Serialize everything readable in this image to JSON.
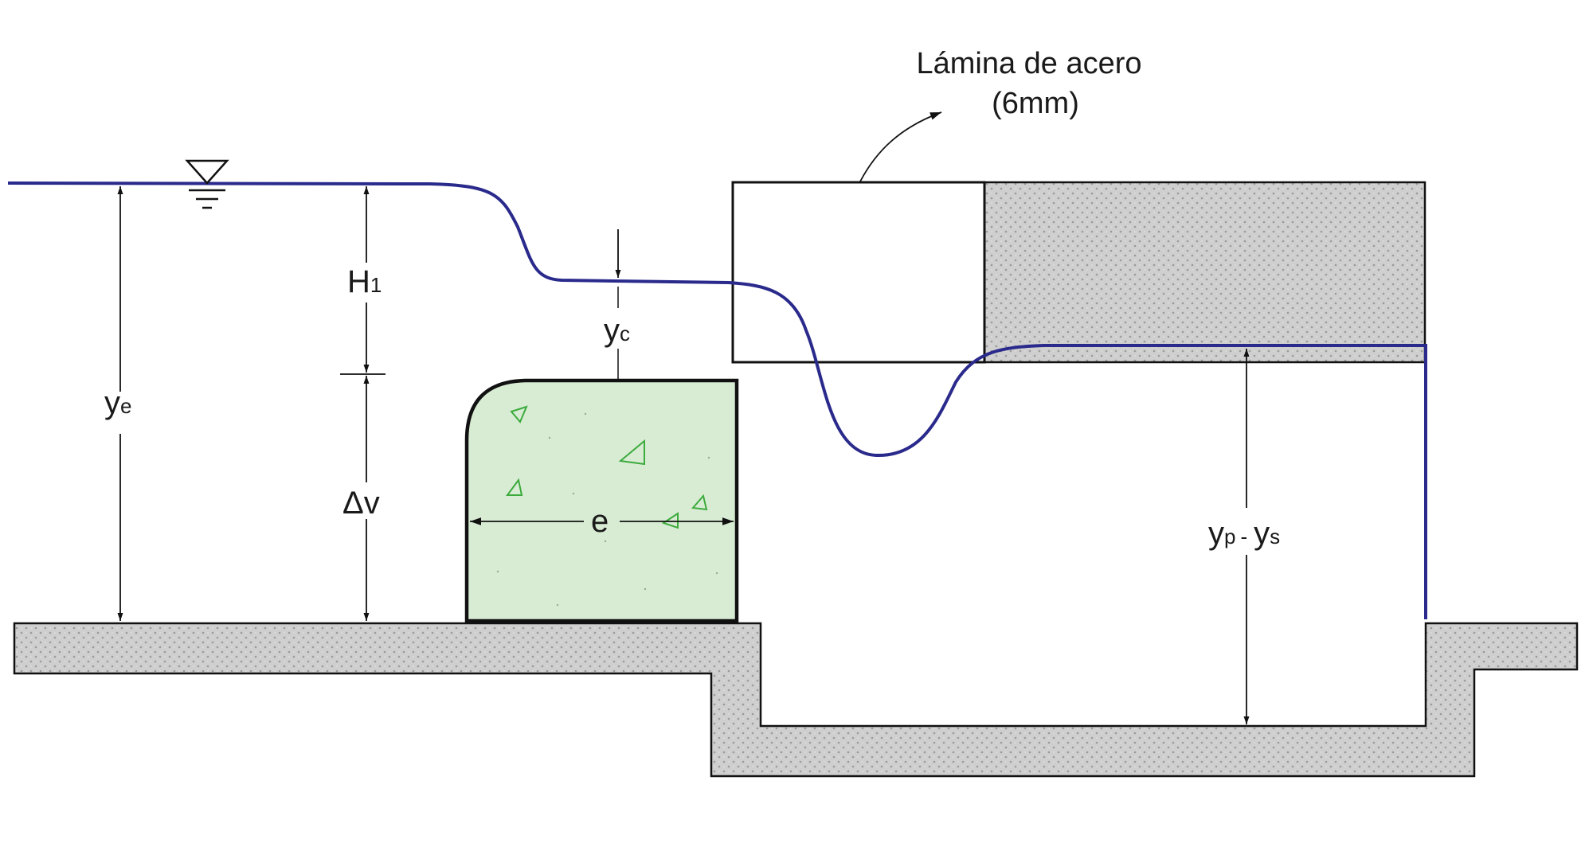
{
  "colors": {
    "water": "#2a2a8c",
    "concrete_fill": "#cfcfcf",
    "concrete_pattern": "#9a9a9a",
    "weir_fill": "#d8ecd4",
    "aggregate": "#3cab3c",
    "outline": "#111111",
    "dimension": "#111111"
  },
  "annotation": {
    "line1": "Lámina de acero",
    "line2": "(6mm)"
  },
  "labels": {
    "ye_main": "y",
    "ye_sub": "e",
    "h1_main": "H",
    "h1_sub": "1",
    "yc_main": "y",
    "yc_sub": "c",
    "dv": "Δv",
    "e": "e",
    "yp_main": "y",
    "yp_sub": "p",
    "dash": "-",
    "ys_main": "y",
    "ys_sub": "s"
  },
  "icons": {
    "water_level": "water-surface-triangle-icon"
  }
}
